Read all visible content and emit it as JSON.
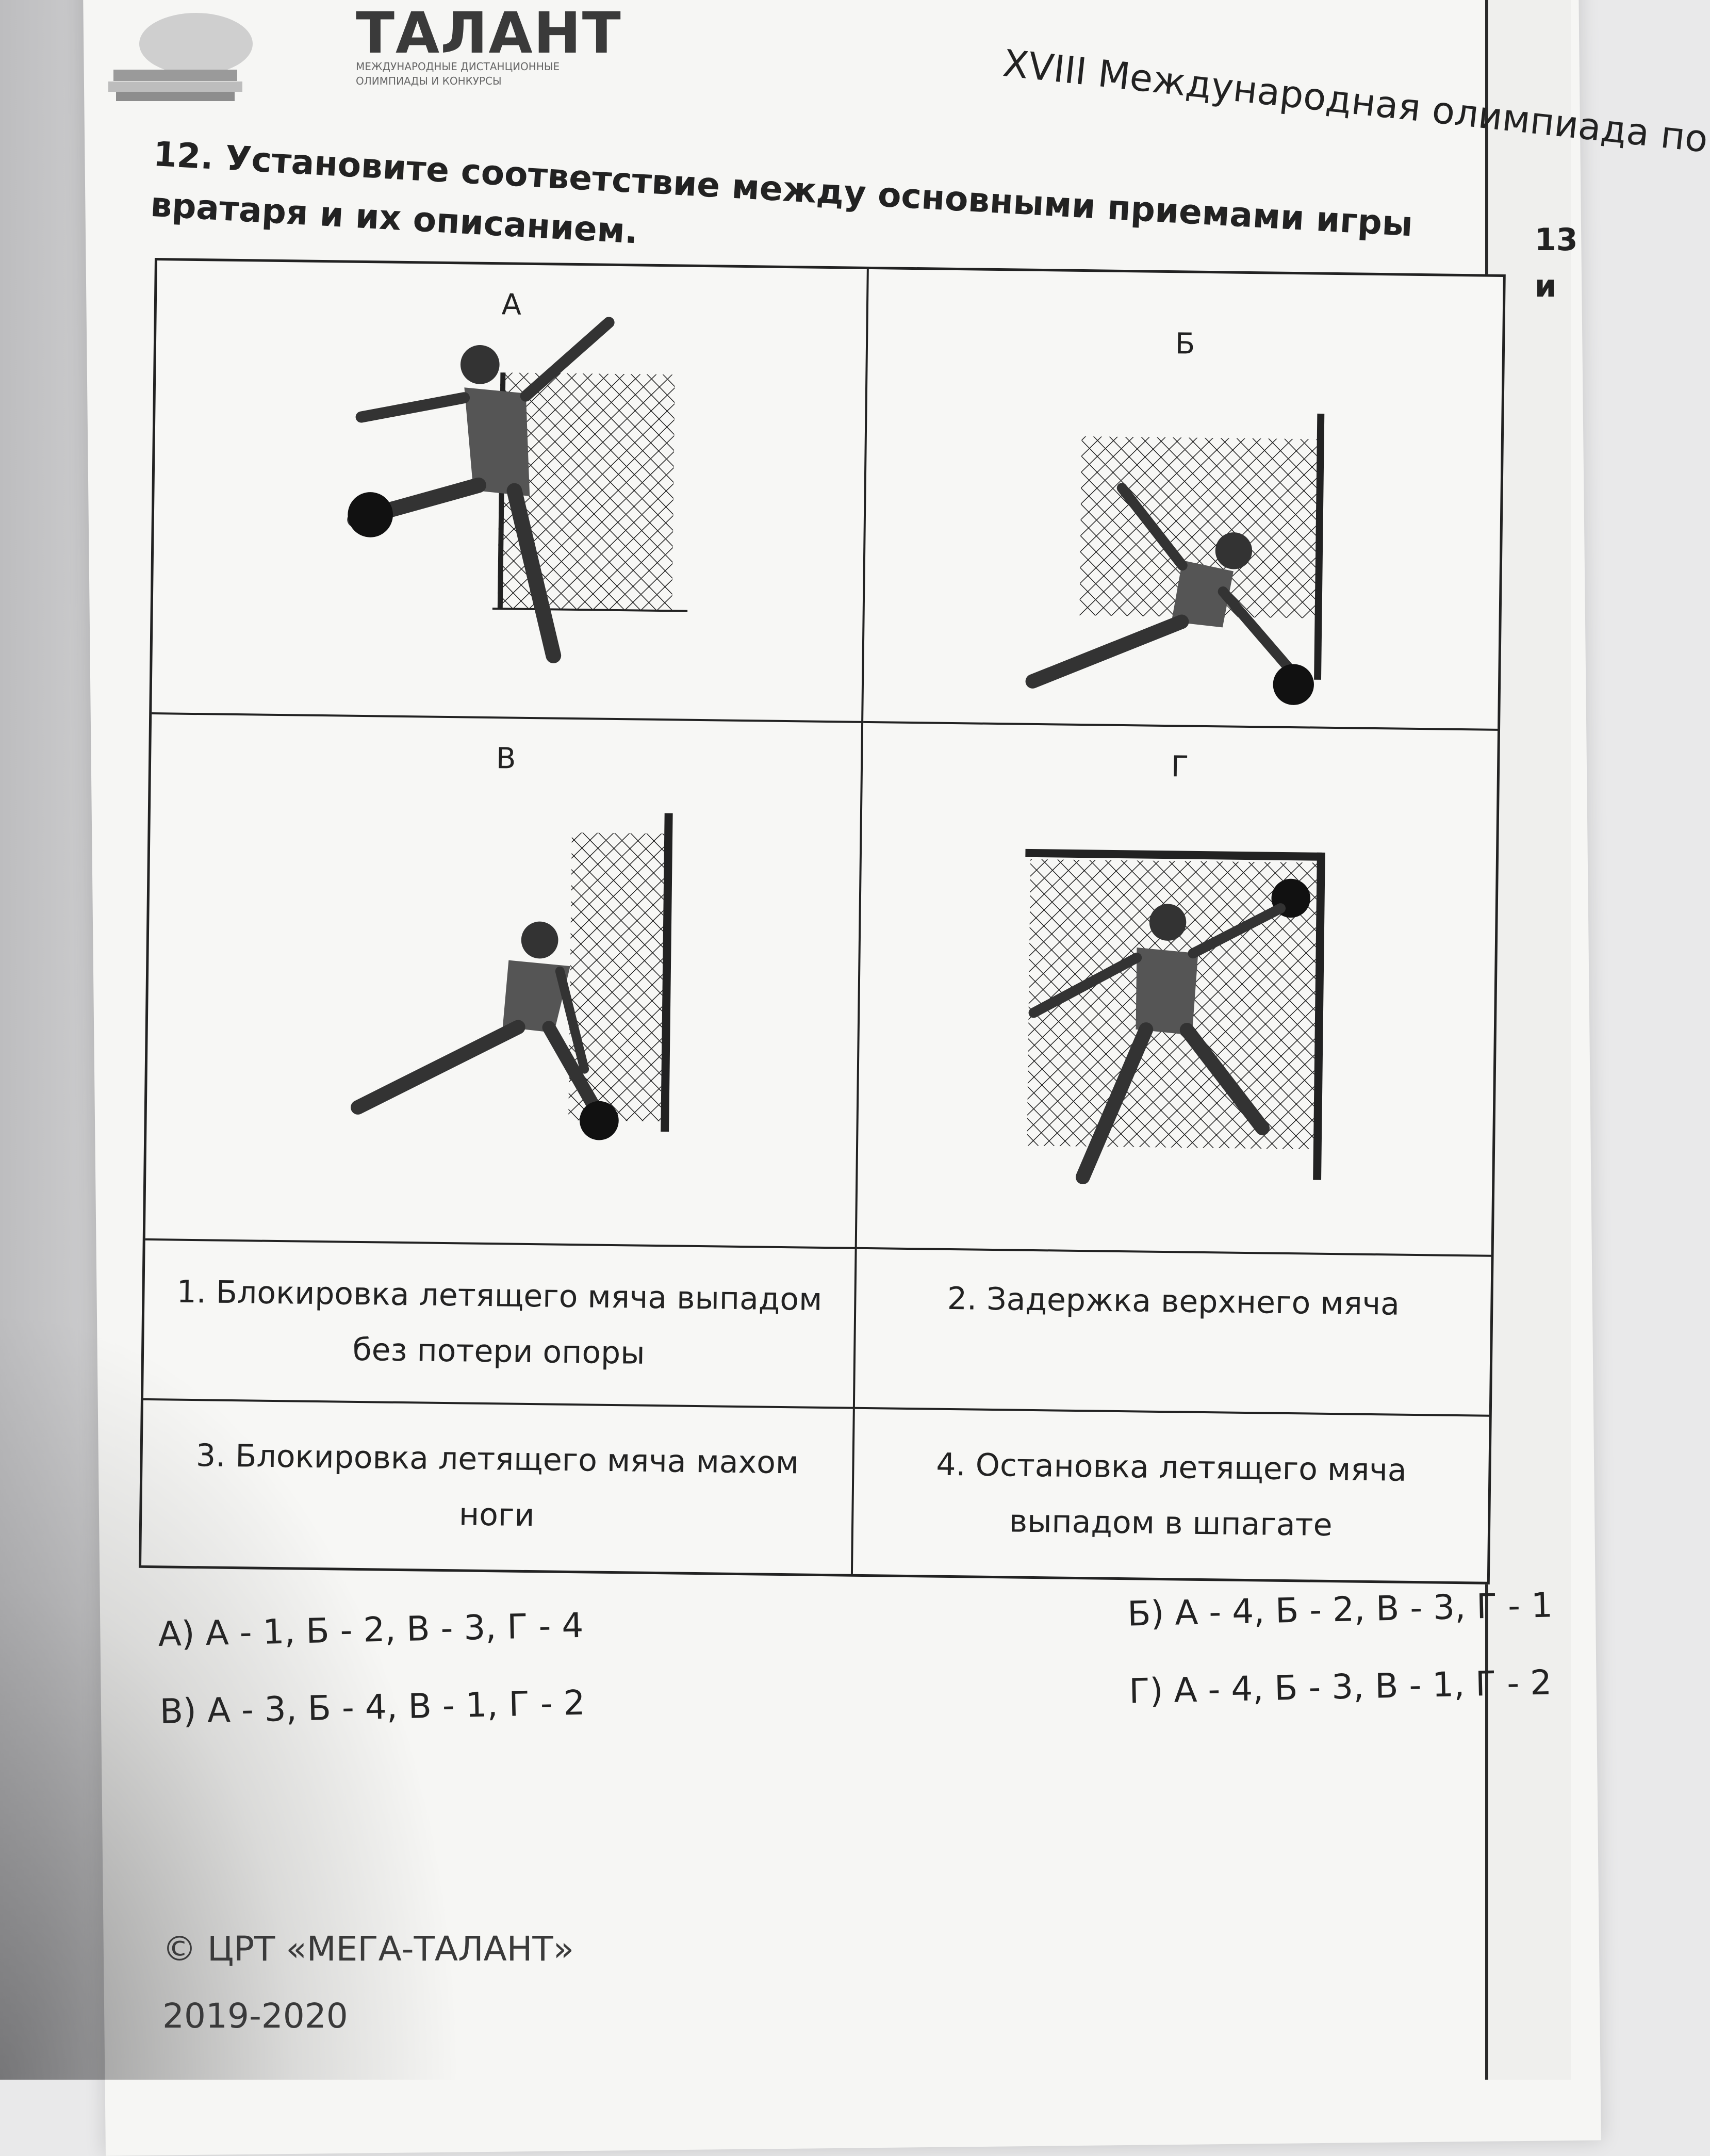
{
  "header": {
    "logo_name": "ТАЛАНТ",
    "logo_sub": "МЕЖДУНАРОДНЫЕ ДИСТАНЦИОННЫЕ ОЛИМПИАДЫ И КОНКУРСЫ",
    "olympiad_title": "XVIII Международная олимпиада по"
  },
  "question": {
    "text": "12. Установите соответствие между основными приемами игры вратаря и их описанием."
  },
  "figures": [
    {
      "letter": "А"
    },
    {
      "letter": "Б"
    },
    {
      "letter": "В"
    },
    {
      "letter": "Г"
    }
  ],
  "descriptions": [
    {
      "text": "1. Блокировка летящего мяча выпадом без потери опоры"
    },
    {
      "text": "2. Задержка верхнего мяча"
    },
    {
      "text": "3. Блокировка летящего мяча махом ноги"
    },
    {
      "text": "4. Остановка летящего мяча выпадом в шпагате"
    }
  ],
  "answers": {
    "a": "А) А - 1, Б - 2, В - 3, Г - 4",
    "b": "Б) А - 4, Б - 2, В - 3, Г - 1",
    "v": "В) А - 3, Б - 4, В - 1, Г - 2",
    "g": "Г) А - 4, Б - 3, В - 1, Г - 2"
  },
  "footer": {
    "copyright": "© ЦРТ «МЕГА-ТАЛАНТ»",
    "years": "2019-2020"
  },
  "next_page": {
    "fragment_1": "13",
    "fragment_2": "и"
  }
}
